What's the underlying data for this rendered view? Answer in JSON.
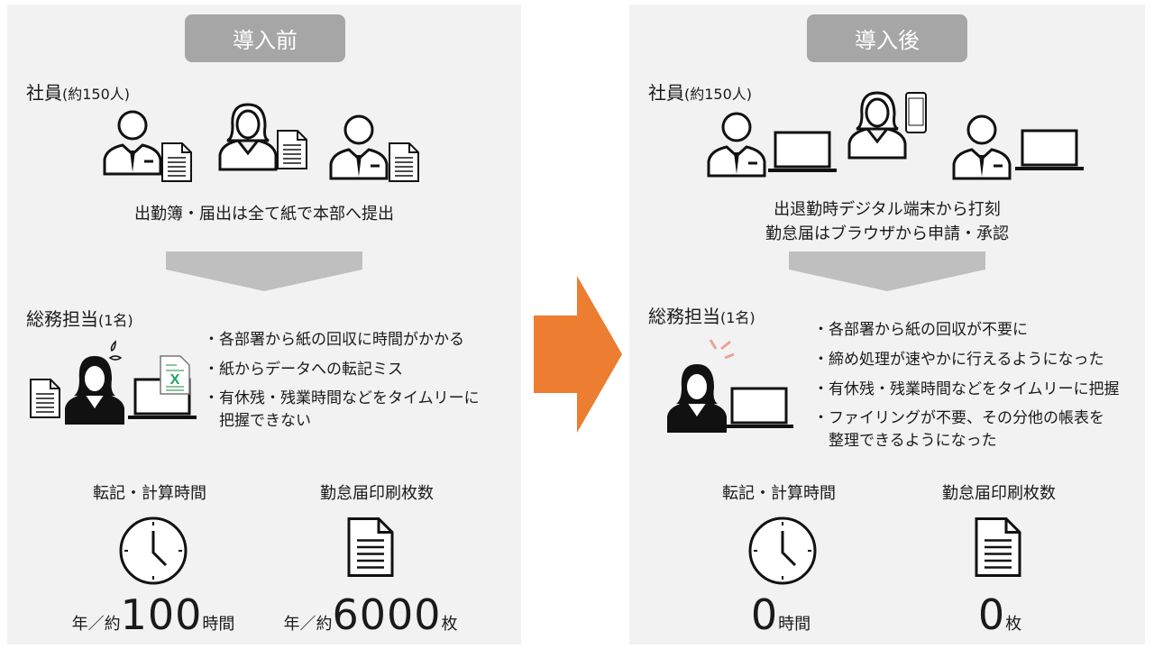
{
  "before": {
    "badge": "導入前",
    "employees_title": "社員",
    "employees_count": "(約150人)",
    "employees_desc": "出勤簿・届出は全て紙で本部へ提出",
    "admin_title": "総務担当",
    "admin_count": "(1名)",
    "bullets": [
      "・各部署から紙の回収に時間がかかる",
      "・紙からデータへの転記ミス",
      "・有休残・残業時間などをタイムリーに",
      "　把握できない"
    ],
    "metric1": {
      "label": "転記・計算時間",
      "prefix": "年／約",
      "value": "100",
      "unit": "時間"
    },
    "metric2": {
      "label": "勤怠届印刷枚数",
      "prefix": "年／約",
      "value": "6000",
      "unit": "枚"
    }
  },
  "after": {
    "badge": "導入後",
    "employees_title": "社員",
    "employees_count": "(約150人)",
    "employees_desc": [
      "出退勤時デジタル端末から打刻",
      "勤怠届はブラウザから申請・承認"
    ],
    "admin_title": "総務担当",
    "admin_count": "(1名)",
    "bullets": [
      "・各部署から紙の回収が不要に",
      "・締め処理が速やかに行えるようになった",
      "・有休残・残業時間などをタイムリーに把握",
      "・ファイリングが不要、その分他の帳表を",
      "　整理できるようになった"
    ],
    "metric1": {
      "label": "転記・計算時間",
      "value": "0",
      "unit": "時間"
    },
    "metric2": {
      "label": "勤怠届印刷枚数",
      "value": "0",
      "unit": "枚"
    }
  },
  "colors": {
    "panel": "#f2f2f2",
    "badge": "#a6a6a6",
    "arrow": "#ed7d31",
    "down_arrow": "#bfbfbf"
  }
}
